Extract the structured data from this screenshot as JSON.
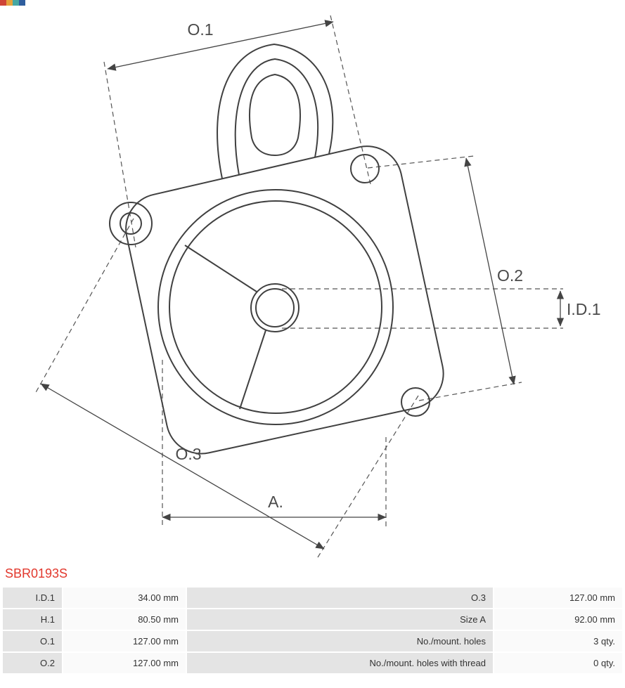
{
  "logo_fragment": {
    "styles": [
      "background:#cf4436",
      "background:#e6a23c",
      "background:#45a7a2",
      "background:#2f5e9e"
    ]
  },
  "drawing": {
    "labels": {
      "o1": "O.1",
      "o2": "O.2",
      "o3": "O.3",
      "id1": "I.D.1",
      "a": "A."
    },
    "line_color": "#404040",
    "dim_color": "#4a4a4a"
  },
  "product": {
    "code": "SBR0193S",
    "code_color": "#e2382d"
  },
  "spec_table": {
    "rows": [
      {
        "label1": "I.D.1",
        "value1": "34.00 mm",
        "label2": "O.3",
        "value2": "127.00 mm"
      },
      {
        "label1": "H.1",
        "value1": "80.50 mm",
        "label2": "Size A",
        "value2": "92.00 mm"
      },
      {
        "label1": "O.1",
        "value1": "127.00 mm",
        "label2": "No./mount. holes",
        "value2": "3 qty."
      },
      {
        "label1": "O.2",
        "value1": "127.00 mm",
        "label2": "No./mount. holes with thread",
        "value2": "0 qty."
      }
    ]
  }
}
